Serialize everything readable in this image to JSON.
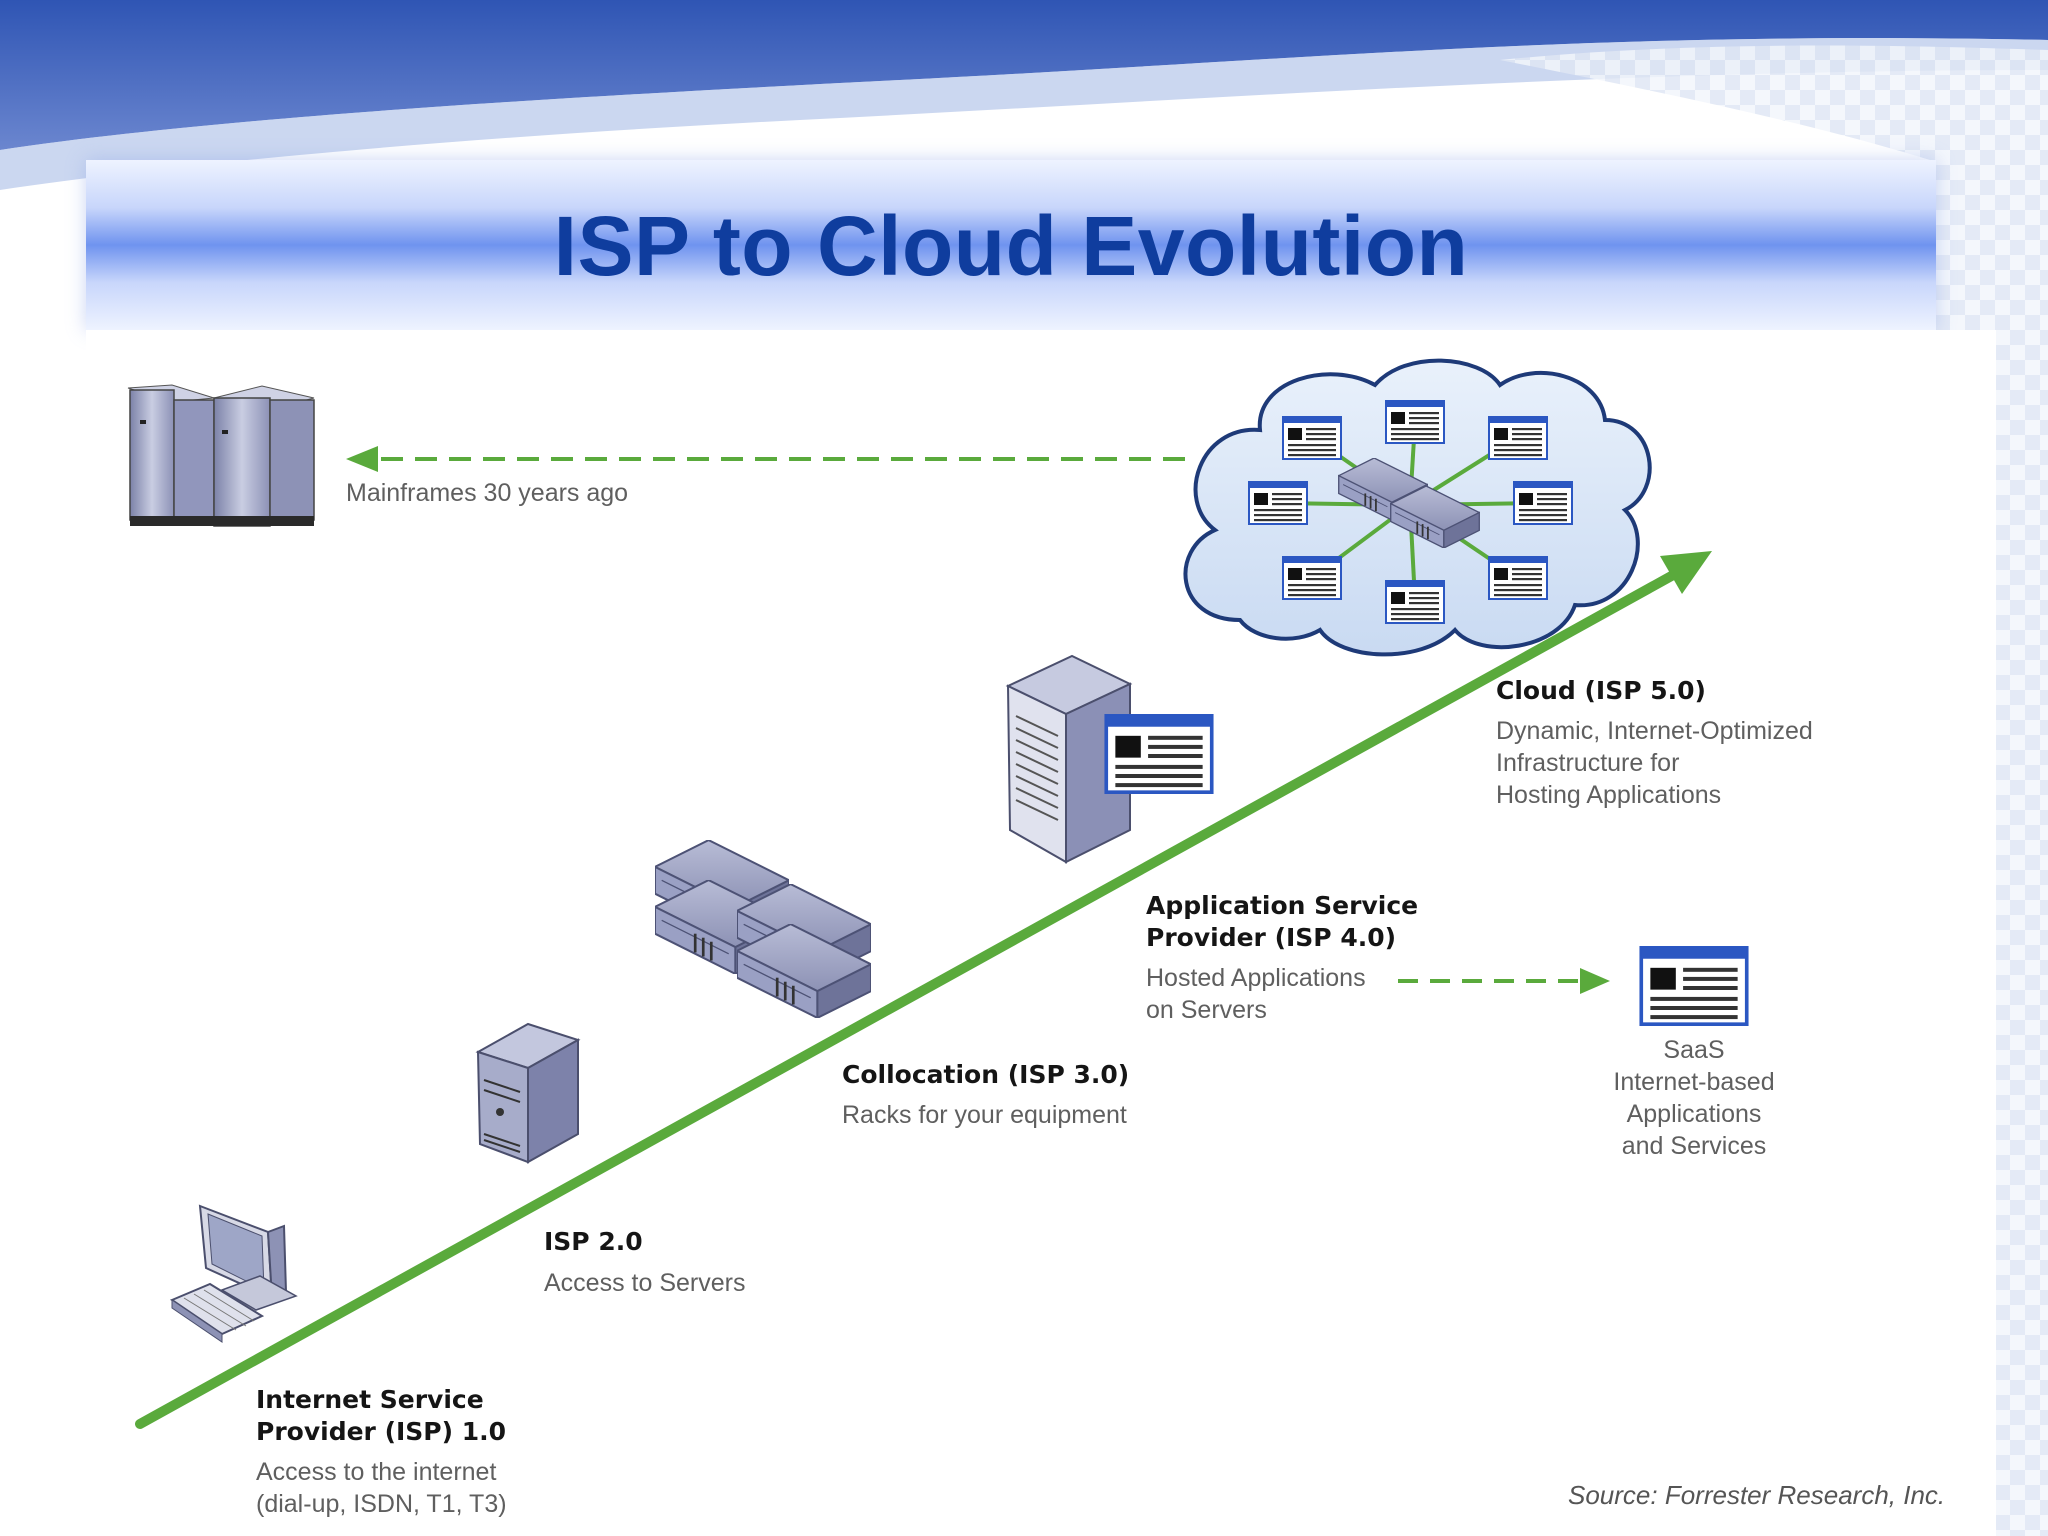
{
  "slide": {
    "title": "ISP to Cloud Evolution",
    "colors": {
      "title": "#0f3d9e",
      "banner": "#6f93ef",
      "arrow_green": "#5aaa3c"
    }
  },
  "diagram": {
    "mainframe": {
      "label": "Mainframes 30 years ago",
      "icon": "mainframe-icon"
    },
    "stages": [
      {
        "title_lines": [
          "Internet Service",
          "Provider (ISP) 1.0"
        ],
        "desc_lines": [
          "Access to the internet",
          "(dial-up, ISDN, T1, T3)"
        ],
        "icon": "desktop-computer-icon"
      },
      {
        "title_lines": [
          "ISP 2.0"
        ],
        "desc_lines": [
          "Access to Servers"
        ],
        "icon": "tower-server-icon"
      },
      {
        "title_lines": [
          "Collocation (ISP 3.0)"
        ],
        "desc_lines": [
          "Racks for your equipment"
        ],
        "icon": "rack-servers-icon"
      },
      {
        "title_lines": [
          "Application Service",
          "Provider (ISP 4.0)"
        ],
        "desc_lines": [
          "Hosted Applications",
          "on Servers"
        ],
        "icon": "server-with-application-icon"
      },
      {
        "title_lines": [
          "Cloud (ISP 5.0)"
        ],
        "desc_lines": [
          "Dynamic, Internet-Optimized",
          "Infrastructure for",
          "Hosting Applications"
        ],
        "icon": "cloud-network-icon"
      }
    ],
    "saas": {
      "lines": [
        "SaaS",
        "Internet-based",
        "Applications",
        "and Services"
      ],
      "icon": "application-window-icon"
    },
    "source": "Source:  Forrester Research, Inc."
  }
}
